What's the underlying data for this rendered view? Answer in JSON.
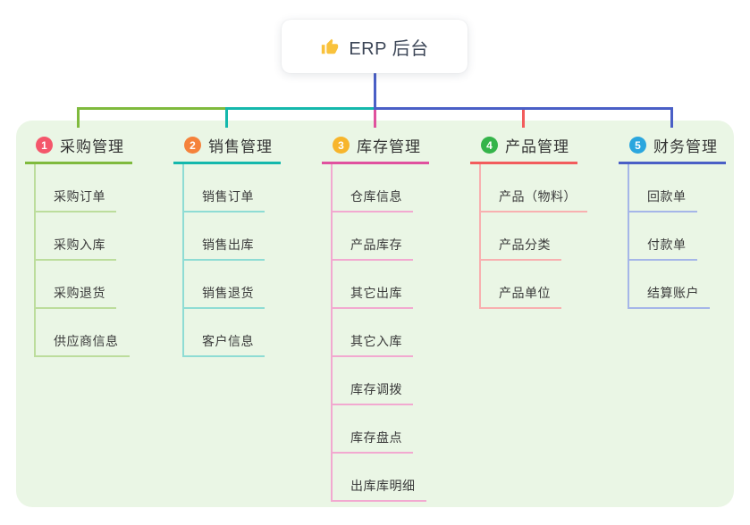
{
  "root": {
    "label": "ERP 后台",
    "icon": "thumbs-up-icon"
  },
  "panel": {
    "background": "#EAF6E5"
  },
  "colors": {
    "root_line": "#4A5FC6",
    "title_text": "#333333",
    "child_text": "#3B3B3B"
  },
  "branches": [
    {
      "num": "1",
      "label": "采购管理",
      "badge_color": "#F4566B",
      "line_color": "#7FBA3D",
      "light_color": "#BCDD9C",
      "children": [
        "采购订单",
        "采购入库",
        "采购退货",
        "供应商信息"
      ]
    },
    {
      "num": "2",
      "label": "销售管理",
      "badge_color": "#F5823B",
      "line_color": "#14B8AC",
      "light_color": "#8EDCD4",
      "children": [
        "销售订单",
        "销售出库",
        "销售退货",
        "客户信息"
      ]
    },
    {
      "num": "3",
      "label": "库存管理",
      "badge_color": "#F7B52C",
      "line_color": "#E0519E",
      "light_color": "#F2A9D0",
      "children": [
        "仓库信息",
        "产品库存",
        "其它出库",
        "其它入库",
        "库存调拨",
        "库存盘点",
        "出库库明细"
      ]
    },
    {
      "num": "4",
      "label": "产品管理",
      "badge_color": "#35B44A",
      "line_color": "#F25C5C",
      "light_color": "#F8B0B0",
      "children": [
        "产品（物料）",
        "产品分类",
        "产品单位"
      ]
    },
    {
      "num": "5",
      "label": "财务管理",
      "badge_color": "#2BA6DE",
      "line_color": "#4A5FC6",
      "light_color": "#A5B6E8",
      "children": [
        "回款单",
        "付款单",
        "结算账户"
      ]
    }
  ]
}
